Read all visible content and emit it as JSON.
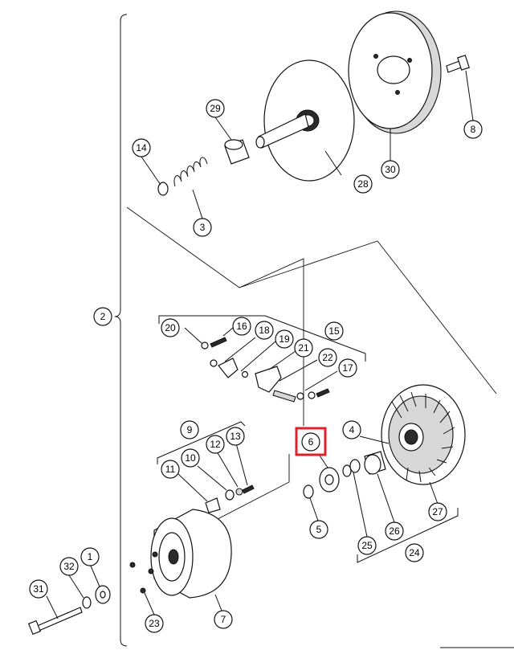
{
  "diagram": {
    "callouts": [
      {
        "label": "1"
      },
      {
        "label": "2"
      },
      {
        "label": "3"
      },
      {
        "label": "4"
      },
      {
        "label": "5"
      },
      {
        "label": "6",
        "highlighted": true,
        "highlight_color": "#e0202a"
      },
      {
        "label": "7"
      },
      {
        "label": "8"
      },
      {
        "label": "9"
      },
      {
        "label": "10"
      },
      {
        "label": "11"
      },
      {
        "label": "12"
      },
      {
        "label": "13"
      },
      {
        "label": "14"
      },
      {
        "label": "15"
      },
      {
        "label": "16"
      },
      {
        "label": "17"
      },
      {
        "label": "18"
      },
      {
        "label": "19"
      },
      {
        "label": "20"
      },
      {
        "label": "21"
      },
      {
        "label": "22"
      },
      {
        "label": "23"
      },
      {
        "label": "24"
      },
      {
        "label": "25"
      },
      {
        "label": "26"
      },
      {
        "label": "27"
      },
      {
        "label": "28"
      },
      {
        "label": "29"
      },
      {
        "label": "30"
      },
      {
        "label": "31"
      },
      {
        "label": "32"
      }
    ]
  }
}
